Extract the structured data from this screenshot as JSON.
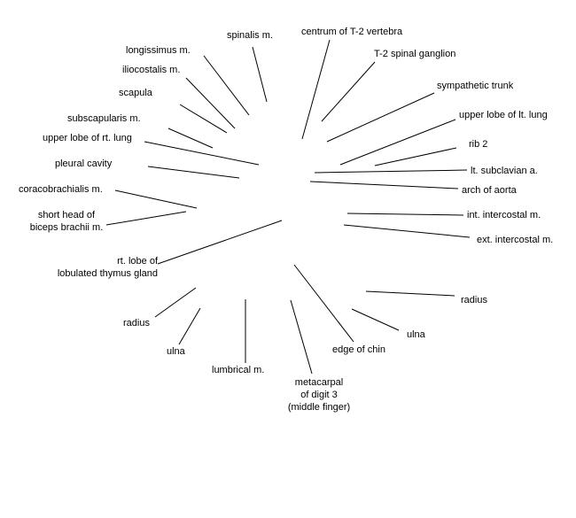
{
  "labels": [
    {
      "id": "spinalis-m",
      "text": "spinalis m."
    },
    {
      "id": "centrum-t2",
      "text": "centrum of T-2 vertebra"
    },
    {
      "id": "longissimus-m",
      "text": "longissimus m."
    },
    {
      "id": "t2-spinal-ganglion",
      "text": "T-2 spinal ganglion"
    },
    {
      "id": "iliocostalis-m",
      "text": "iliocostalis m."
    },
    {
      "id": "sympathetic-trunk",
      "text": "sympathetic trunk"
    },
    {
      "id": "scapula",
      "text": "scapula"
    },
    {
      "id": "upper-lobe-lt-lung",
      "text": "upper lobe of lt. lung"
    },
    {
      "id": "subscapularis-m",
      "text": "subscapularis m."
    },
    {
      "id": "rib-2",
      "text": "rib 2"
    },
    {
      "id": "upper-lobe-rt-lung",
      "text": "upper lobe of rt. lung"
    },
    {
      "id": "lt-subclavian-a",
      "text": "lt. subclavian a."
    },
    {
      "id": "pleural-cavity",
      "text": "pleural cavity"
    },
    {
      "id": "arch-of-aorta",
      "text": "arch of aorta"
    },
    {
      "id": "coracobrachialis-m",
      "text": "coracobrachialis m."
    },
    {
      "id": "int-intercostal-m",
      "text": "int. intercostal m."
    },
    {
      "id": "short-head-biceps",
      "text": "short head of\nbiceps brachii m."
    },
    {
      "id": "ext-intercostal-m",
      "text": "ext. intercostal m."
    },
    {
      "id": "rt-lobe-thymus",
      "text": "rt. lobe of\nlobulated thymus gland"
    },
    {
      "id": "radius-right",
      "text": "radius"
    },
    {
      "id": "radius-left",
      "text": "radius"
    },
    {
      "id": "ulna-right",
      "text": "ulna"
    },
    {
      "id": "ulna-left",
      "text": "ulna"
    },
    {
      "id": "edge-of-chin",
      "text": "edge of chin"
    },
    {
      "id": "lumbrical-m",
      "text": "lumbrical m."
    },
    {
      "id": "metacarpal-digit-3",
      "text": "metacarpal\nof digit 3\n(middle finger)"
    }
  ]
}
